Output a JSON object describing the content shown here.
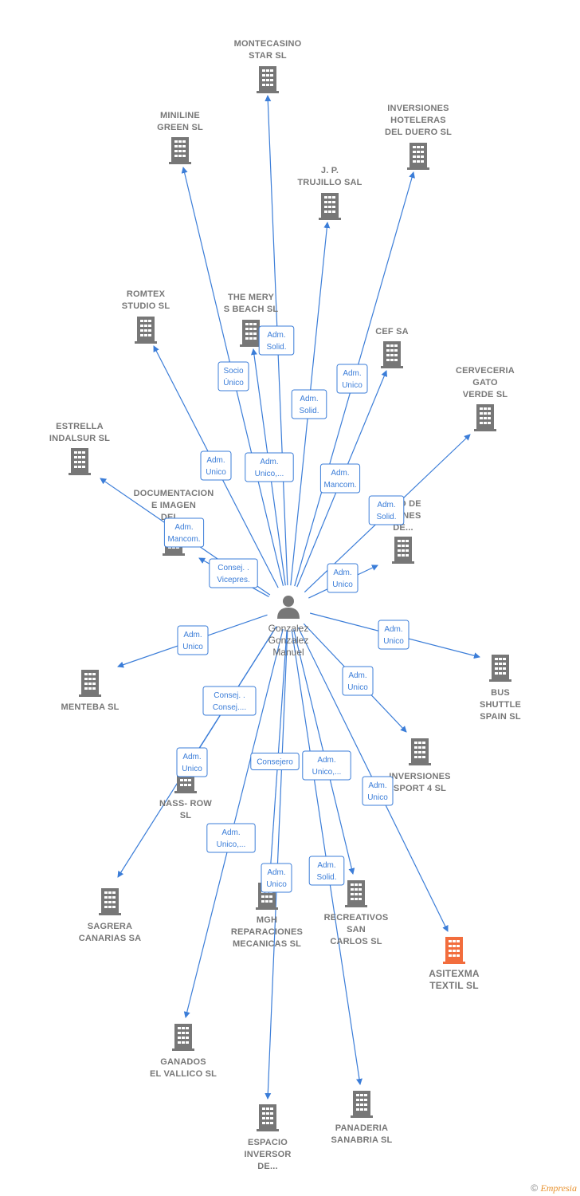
{
  "center": {
    "name_lines": [
      "Gonzalez",
      "Gonzalez",
      "Manuel"
    ],
    "icon": "person-icon"
  },
  "colors": {
    "edge": "#3b7dd8",
    "node": "#777777",
    "highlight": "#f26d3d"
  },
  "companies": [
    {
      "id": "montecasino",
      "lines": [
        "MONTECASINO",
        "STAR  SL"
      ],
      "role": ""
    },
    {
      "id": "miniline",
      "lines": [
        "MINILINE",
        "GREEN SL"
      ],
      "role": "Socio Único"
    },
    {
      "id": "inversiones-hoteleras",
      "lines": [
        "INVERSIONES",
        "HOTELERAS",
        "DEL DUERO SL"
      ],
      "role": "Adm. Unico"
    },
    {
      "id": "jp-trujillo",
      "lines": [
        "J. P.",
        "TRUJILLO SAL"
      ],
      "role": "Adm. Solid."
    },
    {
      "id": "romtex",
      "lines": [
        "ROMTEX",
        "STUDIO  SL"
      ],
      "role": "Adm. Unico"
    },
    {
      "id": "the-mery",
      "lines": [
        "THE MERY",
        "S BEACH  SL"
      ],
      "role": "Adm. Solid."
    },
    {
      "id": "cef",
      "lines": [
        "CEF SA"
      ],
      "role": "Adm. Mancom."
    },
    {
      "id": "cerveceria",
      "lines": [
        "CERVECERIA",
        "GATO",
        "VERDE  SL"
      ],
      "role": "Adm. Solid."
    },
    {
      "id": "estrella",
      "lines": [
        "ESTRELLA",
        "INDALSUR  SL"
      ],
      "role": "Adm. Mancom."
    },
    {
      "id": "documentacion",
      "lines": [
        "DOCUMENTACION",
        "E IMAGEN",
        "DEL..."
      ],
      "role": "Consej. Vicepres."
    },
    {
      "id": "centro",
      "lines": [
        "...RO DE",
        "...IONES",
        "DE..."
      ],
      "role": "Adm. Unico"
    },
    {
      "id": "menteba",
      "lines": [
        "MENTEBA  SL"
      ],
      "role": "Adm. Unico"
    },
    {
      "id": "bus-shuttle",
      "lines": [
        "BUS",
        "SHUTTLE",
        "SPAIN  SL"
      ],
      "role": "Adm. Unico"
    },
    {
      "id": "nass-row",
      "lines": [
        "NASS- ROW",
        "SL"
      ],
      "role": "Consej. . Consej...."
    },
    {
      "id": "inversiones-sport",
      "lines": [
        "INVERSIONES",
        "SPORT 4 SL"
      ],
      "role": "Adm. Unico"
    },
    {
      "id": "sagrera",
      "lines": [
        "SAGRERA",
        "CANARIAS SA"
      ],
      "role": "Adm. Unico"
    },
    {
      "id": "mgh",
      "lines": [
        "MGH",
        "REPARACIONES",
        "MECANICAS SL"
      ],
      "role": "Consejero"
    },
    {
      "id": "recreativos",
      "lines": [
        "RECREATIVOS",
        "SAN",
        "CARLOS SL"
      ],
      "role": "Adm. Unico,..."
    },
    {
      "id": "asitexma",
      "lines": [
        "ASITEXMA",
        "TEXTIL  SL"
      ],
      "role": "Adm. Unico"
    },
    {
      "id": "ganados",
      "lines": [
        "GANADOS",
        "EL VALLICO  SL"
      ],
      "role": "Adm. Unico,..."
    },
    {
      "id": "espacio",
      "lines": [
        "ESPACIO",
        "INVERSOR",
        "DE..."
      ],
      "role": "Adm. Unico"
    },
    {
      "id": "panaderia",
      "lines": [
        "PANADERIA",
        "SANABRIA  SL"
      ],
      "role": "Adm. Solid."
    }
  ],
  "edge_labels": [
    [
      "Socio",
      "Único"
    ],
    [
      "Adm.",
      "Solid."
    ],
    [
      "Adm.",
      "Unico"
    ],
    [
      "Adm.",
      "Solid."
    ],
    [
      "Adm.",
      "Unico"
    ],
    [
      "Adm.",
      "Unico,..."
    ],
    [
      "Adm.",
      "Mancom."
    ],
    [
      "Adm.",
      "Solid."
    ],
    [
      "Adm.",
      "Mancom."
    ],
    [
      "Consej. .",
      "Vicepres."
    ],
    [
      "Adm.",
      "Unico"
    ],
    [
      "Adm.",
      "Unico"
    ],
    [
      "Adm.",
      "Unico"
    ],
    [
      "Adm.",
      "Unico"
    ],
    [
      "Adm.",
      "Unico"
    ],
    [
      "Consej. .",
      "Consej...."
    ],
    [
      "Consejero"
    ],
    [
      "Adm.",
      "Unico,..."
    ],
    [
      "Adm.",
      "Unico"
    ],
    [
      "Adm.",
      "Unico,..."
    ],
    [
      "Adm.",
      "Unico"
    ],
    [
      "Adm.",
      "Solid."
    ]
  ],
  "watermark": {
    "symbol": "©",
    "brand": "Empresia"
  }
}
